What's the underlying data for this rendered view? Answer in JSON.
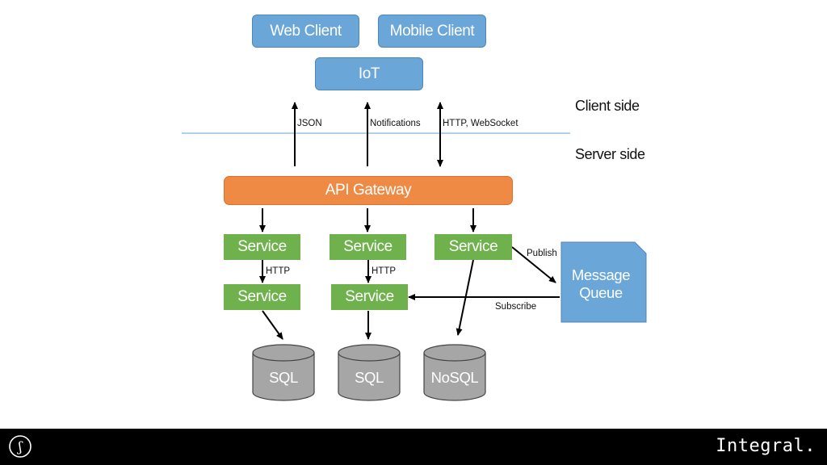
{
  "clients": {
    "web": "Web Client",
    "mobile": "Mobile Client",
    "iot": "IoT"
  },
  "boundary": {
    "client_side": "Client side",
    "server_side": "Server side",
    "arrow_labels": [
      "JSON",
      "Notifications",
      "HTTP, WebSocket"
    ]
  },
  "gateway": "API Gateway",
  "services": {
    "top": [
      "Service",
      "Service",
      "Service"
    ],
    "bottom": [
      "Service",
      "Service"
    ],
    "http_labels": [
      "HTTP",
      "HTTP"
    ]
  },
  "message_queue": {
    "line1": "Message",
    "line2": "Queue",
    "publish": "Publish",
    "subscribe": "Subscribe"
  },
  "databases": [
    "SQL",
    "SQL",
    "NoSQL"
  ],
  "footer": {
    "logo_glyph": "ʃ",
    "brand": "Integral."
  },
  "colors": {
    "client_blue": "#6aa6d8",
    "gateway_orange": "#ef8a44",
    "service_green": "#6fb24d",
    "db_gray": "#a6a6a6",
    "divider_blue": "#7fb7d6"
  }
}
